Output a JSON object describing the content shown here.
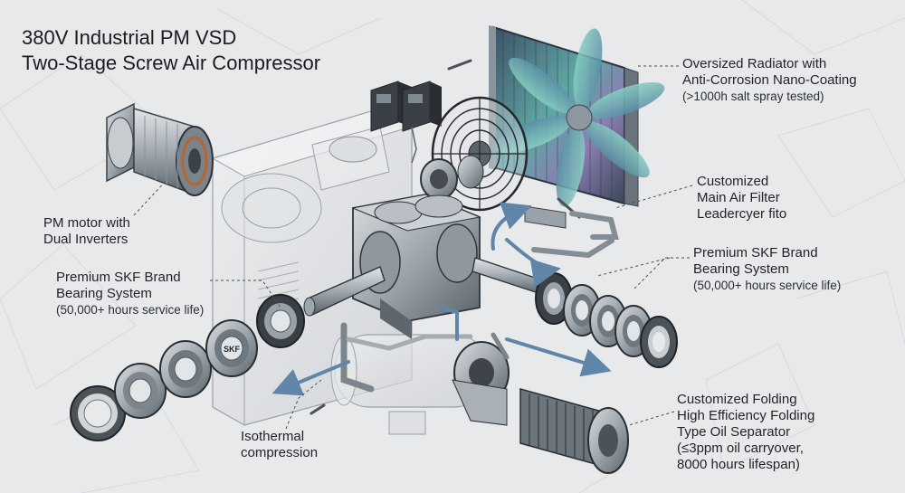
{
  "title": {
    "line1": "380V Industrial PM VSD",
    "line2": "Two-Stage Screw Air Compressor"
  },
  "labels": {
    "radiator": {
      "line1": "Oversized Radiator with",
      "line2": "Anti-Corrosion Nano-Coating",
      "line3": "(>1000h salt spray tested)"
    },
    "filter": {
      "line1": "Customized",
      "line2": "Main Air Filter",
      "line3": "Leadercyer fito"
    },
    "bearing_right": {
      "line1": "Premium SKF Brand",
      "line2": "Bearing System",
      "line3": "(50,000+ hours service life)"
    },
    "motor": {
      "line1": "PM motor with",
      "line2": "Dual Inverters"
    },
    "bearing_left": {
      "line1": "Premium SKF Brand",
      "line2": "Bearing System",
      "line3": "(50,000+ hours service life)"
    },
    "isothermal": {
      "line1": "Isothermal",
      "line2": "compression"
    },
    "separator": {
      "line1": "Customized Folding",
      "line2": "High Efficiency Folding",
      "line3": "Type Oil Separator",
      "line4": "(≤3ppm oil carryover,",
      "line5": "8000 hours lifespan)"
    }
  },
  "bearing_brand": "SKF",
  "colors": {
    "background": "#e7e9eb",
    "metal": "#a9b0b6",
    "steel_dark": "#4b5258",
    "arrow_blue": "#5f86a8",
    "copper": "#b5652f",
    "radiator_tint": "#6fb3b0"
  }
}
